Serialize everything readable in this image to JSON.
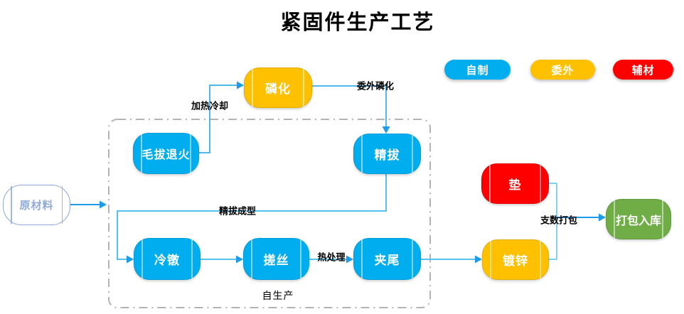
{
  "title": "紧固件生产工艺",
  "legend": [
    {
      "label": "自制",
      "color": "#00AEEF"
    },
    {
      "label": "委外",
      "color": "#FFC000"
    },
    {
      "label": "辅材",
      "color": "#FE0000"
    }
  ],
  "group_box": {
    "label": "自生产",
    "border_color": "#B3B3B3"
  },
  "nodes": [
    {
      "id": "raw-material",
      "label": "原材料",
      "type": "outline"
    },
    {
      "id": "phosphating",
      "label": "磷化",
      "type": "outsourced"
    },
    {
      "id": "rough-draw-anneal",
      "label": "毛拔退火",
      "type": "self"
    },
    {
      "id": "fine-drawing",
      "label": "精拔",
      "type": "self"
    },
    {
      "id": "washer",
      "label": "垫",
      "type": "auxiliary"
    },
    {
      "id": "cold-heading",
      "label": "冷镦",
      "type": "self"
    },
    {
      "id": "thread-rolling",
      "label": "搓丝",
      "type": "self"
    },
    {
      "id": "tail-clamping",
      "label": "夹尾",
      "type": "self"
    },
    {
      "id": "galvanizing",
      "label": "镀锌",
      "type": "outsourced"
    },
    {
      "id": "pack-warehouse",
      "label": "打包入库",
      "type": "finish"
    }
  ],
  "edge_labels": [
    {
      "id": "heat-cool",
      "text": "加热冷却"
    },
    {
      "id": "outsourced-phos",
      "text": "委外磷化"
    },
    {
      "id": "fine-draw-form",
      "text": "精拔成型"
    },
    {
      "id": "heat-treatment",
      "text": "热处理"
    },
    {
      "id": "count-pack",
      "text": "支数打包"
    }
  ],
  "colors": {
    "node_self": "#00AEEF",
    "node_outsourced": "#FFC000",
    "node_auxiliary": "#FE0000",
    "node_finish": "#70AD47",
    "node_outline": "#8FAADC",
    "wire_light": "#55C1EE",
    "wire_dark": "#1E9BE8",
    "dashed_box": "#B3B3B3"
  }
}
